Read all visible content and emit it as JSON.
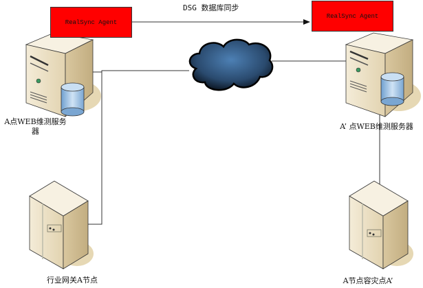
{
  "diagram": {
    "sync_label": "DSG 数据库同步",
    "agent_left": "RealSync Agent",
    "agent_right": "RealSync Agent",
    "nodes": {
      "server_a": "A点WEB维测服务器",
      "server_a_prime": "A’ 点WEB维测服务器",
      "gateway_a": "行业网关A节点",
      "dr_node": "A节点容灾点A’"
    },
    "colors": {
      "agent_fill": "#ff0000",
      "server_body": "#e8dcc0",
      "cloud": "#2c4a6a",
      "db": "#9cc3e6"
    }
  }
}
